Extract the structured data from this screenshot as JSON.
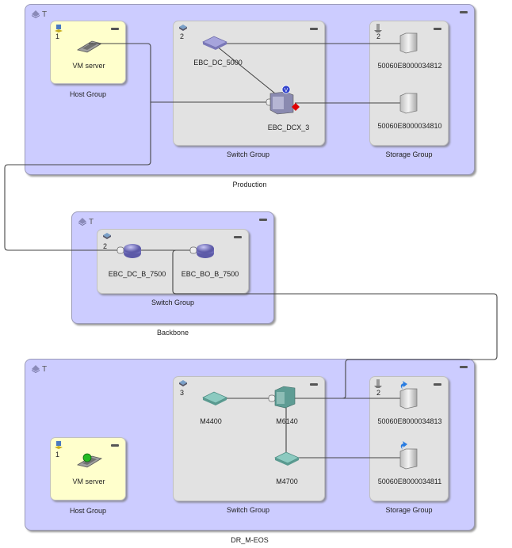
{
  "fabrics": [
    {
      "name": "Production",
      "icon": "fabric-stack-icon",
      "type_glyph": "T",
      "groups": [
        {
          "name": "Host Group",
          "count": "1",
          "kind": "host",
          "devices": [
            {
              "label": "VM server",
              "icon": "hba-card-icon"
            }
          ]
        },
        {
          "name": "Switch Group",
          "count": "2",
          "kind": "switch",
          "devices": [
            {
              "label": "EBC_DC_5000",
              "icon": "switch-icon"
            },
            {
              "label": "EBC_DCX_3",
              "icon": "director-switch-icon",
              "badge": "virtual-fabric-badge",
              "status": "critical-status"
            }
          ]
        },
        {
          "name": "Storage Group",
          "count": "2",
          "kind": "storage",
          "devices": [
            {
              "label": "50060E8000034812",
              "icon": "storage-icon"
            },
            {
              "label": "50060E8000034810",
              "icon": "storage-icon"
            }
          ]
        }
      ]
    },
    {
      "name": "Backbone",
      "icon": "fabric-stack-icon",
      "type_glyph": "T",
      "groups": [
        {
          "name": "Switch Group",
          "count": "2",
          "kind": "switch",
          "devices": [
            {
              "label": "EBC_DC_B_7500",
              "icon": "router-icon"
            },
            {
              "label": "EBC_BO_B_7500",
              "icon": "router-icon"
            }
          ]
        }
      ]
    },
    {
      "name": "DR_M-EOS",
      "icon": "fabric-stack-icon",
      "type_glyph": "T",
      "groups": [
        {
          "name": "Host Group",
          "count": "1",
          "kind": "host",
          "devices": [
            {
              "label": "VM server",
              "icon": "hba-card-icon",
              "status": "ok-status"
            }
          ]
        },
        {
          "name": "Switch Group",
          "count": "3",
          "kind": "switch",
          "devices": [
            {
              "label": "M4400",
              "icon": "switch-icon"
            },
            {
              "label": "M6140",
              "icon": "director-switch-icon"
            },
            {
              "label": "M4700",
              "icon": "switch-icon"
            }
          ]
        },
        {
          "name": "Storage Group",
          "count": "2",
          "kind": "storage",
          "devices": [
            {
              "label": "50060E8000034813",
              "icon": "storage-icon",
              "badge": "replication-badge"
            },
            {
              "label": "50060E8000034811",
              "icon": "storage-icon",
              "badge": "replication-badge"
            }
          ]
        }
      ]
    }
  ],
  "colors": {
    "fabric_bg": "#ccccff",
    "group_bg": "#e2e2e2",
    "host_group_bg": "#ffffcc",
    "link": "#444444",
    "switch_purple": "#9a98d8",
    "switch_teal": "#6fb0a8",
    "critical": "#e00000",
    "virtual_badge": "#3344cc",
    "ok": "#22bb22",
    "replication": "#2a7de1"
  }
}
